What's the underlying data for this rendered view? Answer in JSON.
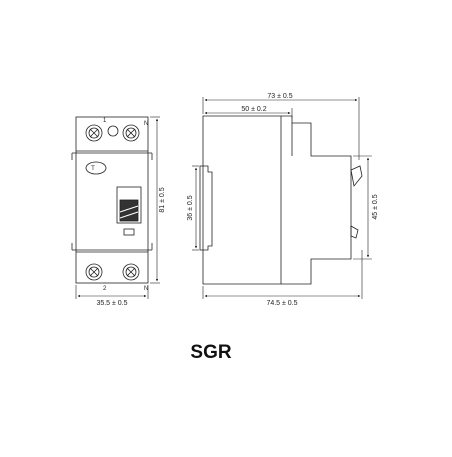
{
  "title": "SGR",
  "front_view": {
    "terminal_top_left": "1",
    "terminal_top_right": "N",
    "terminal_bottom_left": "2",
    "terminal_bottom_right": "N",
    "test_button": "T",
    "height_dim": "81 ± 0.5",
    "width_dim": "35.5 ± 0.5"
  },
  "side_view": {
    "overall_depth_dim": "73 ± 0.5",
    "inner_depth_dim": "50 ± 0.2",
    "bottom_depth_dim": "74.5 ± 0.5",
    "rail_height_dim": "36 ± 0.5",
    "front_height_dim": "45 ± 0.5"
  }
}
